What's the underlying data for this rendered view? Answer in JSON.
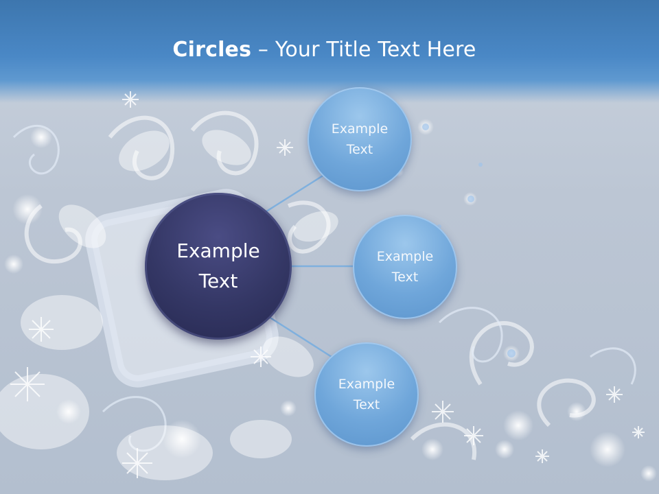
{
  "slide": {
    "title_bold": "Circles",
    "title_rest": " – Your Title Text Here"
  },
  "diagram": {
    "center": {
      "label": "Example\nText"
    },
    "satellites": [
      {
        "label": "Example\nText"
      },
      {
        "label": "Example\nText"
      },
      {
        "label": "Example\nText"
      }
    ]
  },
  "colors": {
    "center_fill": "#343765",
    "satellite_fill": "#6fa6da",
    "connector": "#7fb0de",
    "header": "#4a88c6"
  }
}
